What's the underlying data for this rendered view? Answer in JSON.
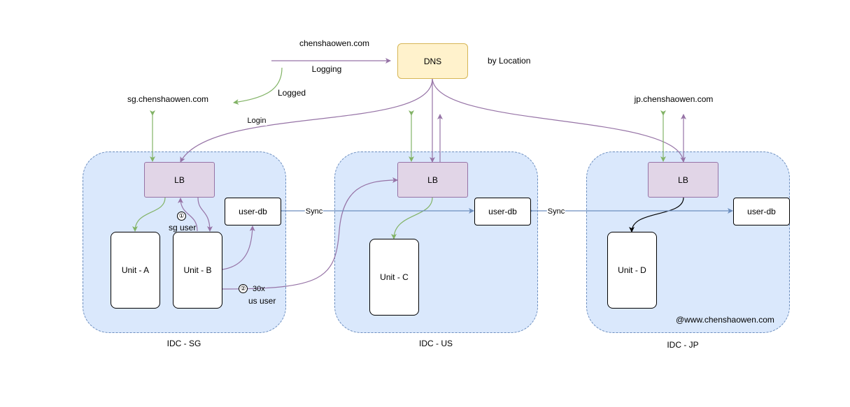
{
  "dns": {
    "label": "DNS",
    "domain": "chenshaowen.com",
    "strategy": "by Location"
  },
  "flow": {
    "logging": "Logging",
    "logged": "Logged",
    "login": "Login",
    "sync": "Sync"
  },
  "domains": {
    "sg": "sg.chenshaowen.com",
    "jp": "jp.chenshaowen.com"
  },
  "idcs": {
    "sg": {
      "name": "IDC - SG",
      "lb": "LB",
      "db": "user-db",
      "unit_a": "Unit - A",
      "unit_b": "Unit - B"
    },
    "us": {
      "name": "IDC - US",
      "lb": "LB",
      "db": "user-db",
      "unit_c": "Unit - C"
    },
    "jp": {
      "name": "IDC - JP",
      "lb": "LB",
      "db": "user-db",
      "unit_d": "Unit - D"
    }
  },
  "steps": {
    "one": "①",
    "sg_user": "sg user",
    "two": "②",
    "redirect": "30x",
    "us_user": "us user"
  },
  "watermark": "@www.chenshaowen.com",
  "colors": {
    "purple": "#9673a6",
    "green": "#82b366",
    "blue": "#6c8ebf",
    "black": "#000000"
  }
}
